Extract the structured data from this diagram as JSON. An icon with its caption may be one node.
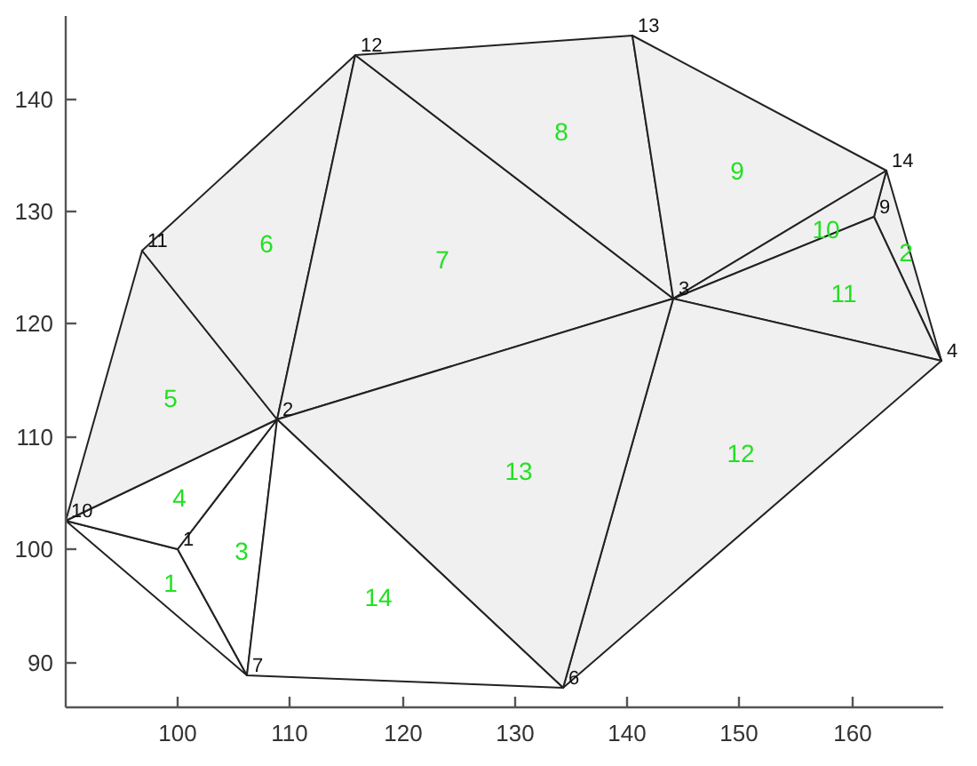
{
  "diagram": {
    "labels": [
      "13",
      "12",
      "8",
      "9",
      "14",
      "11",
      "6",
      "7",
      "10",
      "9",
      "2",
      "3",
      "11",
      "4",
      "5",
      "2",
      "13",
      "12",
      "4",
      "10",
      "1",
      "3",
      "1",
      "14",
      "7",
      "6",
      "140",
      "130",
      "120",
      "110",
      "100",
      "90",
      "100",
      "110",
      "120",
      "130",
      "140",
      "150",
      "160"
    ]
  }
}
